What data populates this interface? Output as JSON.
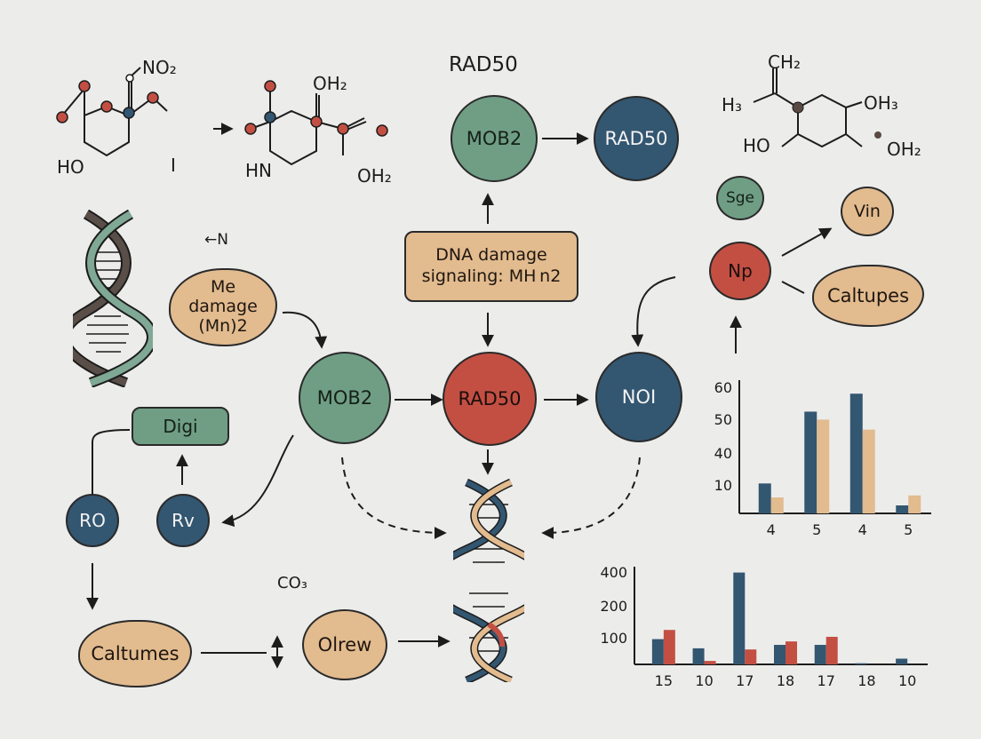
{
  "title": "RAD50",
  "nodes": {
    "mob2_top": "MOB2",
    "rad50_top": "RAD50",
    "dna_signaling": "DNA damage signaling: MH n2",
    "me_damage": "Me damage (Mn)2",
    "mob2_mid": "MOB2",
    "rad50_mid": "RAD50",
    "noi": "NOI",
    "sge": "Sge",
    "np": "Np",
    "vin": "Vin",
    "caltupes": "Caltupes",
    "digi": "Digi",
    "ro": "RO",
    "rv": "Rv",
    "caltumes": "Caltumes",
    "olrew": "Olrew"
  },
  "labels": {
    "n_arrow": "←N",
    "co3": "CO₃",
    "no2": "NO₂",
    "ho_left": "HO",
    "i_left": "I",
    "oh2_a": "OH₂",
    "hn": "HN",
    "oh2_b": "OH₂",
    "ch2": "CH₂",
    "h3": "H₃",
    "oh3": "OH₃",
    "ho_right": "HO",
    "oh2_right": "OH₂"
  },
  "colors": {
    "blue": "#335671",
    "red": "#c34f43",
    "tan": "#e2bb8f",
    "green": "#6f9e84",
    "line": "#1c1c1c"
  },
  "chart_data": [
    {
      "type": "bar",
      "categories": [
        "4",
        "5",
        "4",
        "5"
      ],
      "series": [
        {
          "values": [
            15,
            51,
            60,
            4
          ],
          "color": "#335671"
        },
        {
          "values": [
            8,
            47,
            42,
            9
          ],
          "color": "#e2bb8f"
        }
      ],
      "yticks": [
        "60",
        "50",
        "40",
        "10"
      ],
      "ylim": [
        0,
        65
      ]
    },
    {
      "type": "bar",
      "categories": [
        "15",
        "10",
        "17",
        "18",
        "17",
        "18",
        "10"
      ],
      "series": [
        {
          "values": [
            110,
            70,
            400,
            85,
            85,
            5,
            25
          ],
          "color": "#335671"
        },
        {
          "values": [
            150,
            15,
            65,
            100,
            120,
            0,
            0
          ],
          "color": "#c34f43"
        }
      ],
      "yticks": [
        "400",
        "200",
        "100"
      ],
      "ylim": [
        0,
        410
      ]
    }
  ]
}
